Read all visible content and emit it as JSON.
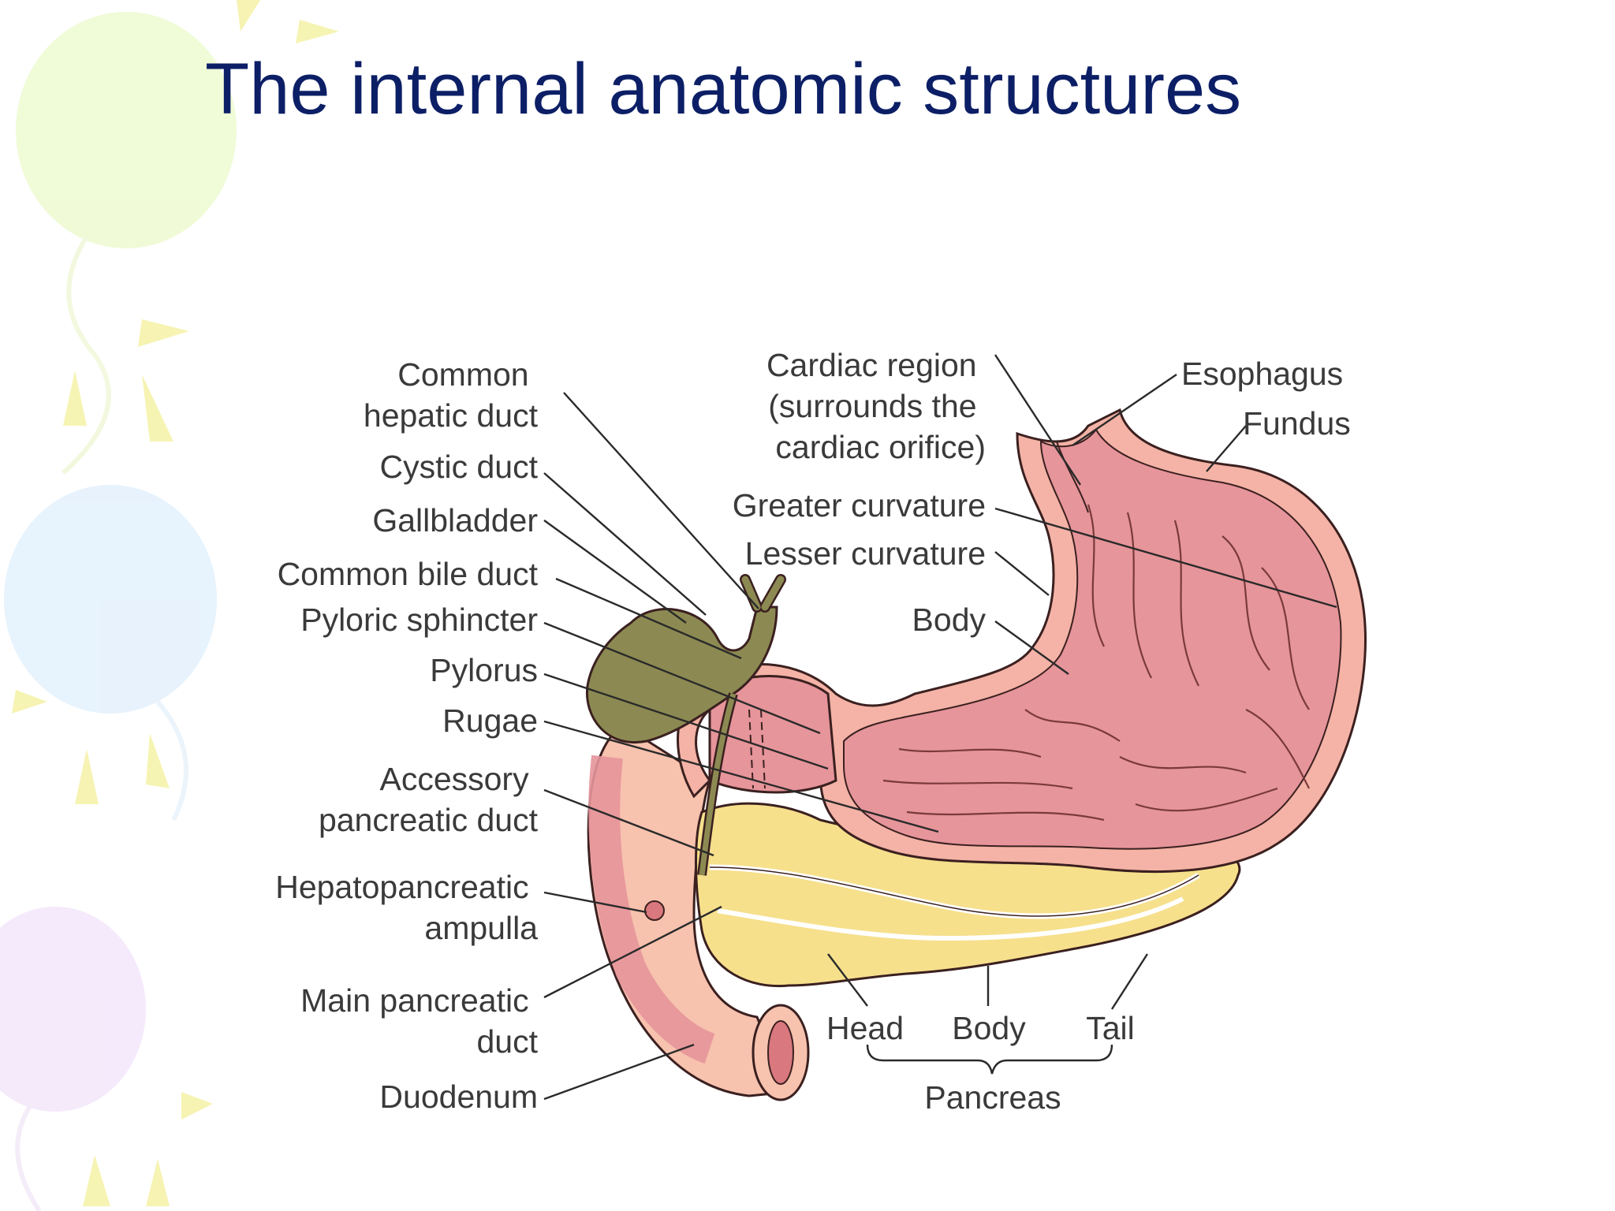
{
  "slide": {
    "title": "The internal anatomic structures"
  },
  "diagram": {
    "labels_left": [
      {
        "id": "common-hepatic-duct",
        "lines": [
          "Common",
          "hepatic duct"
        ]
      },
      {
        "id": "cystic-duct",
        "lines": [
          "Cystic duct"
        ]
      },
      {
        "id": "gallbladder",
        "lines": [
          "Gallbladder"
        ]
      },
      {
        "id": "common-bile-duct",
        "lines": [
          "Common bile duct"
        ]
      },
      {
        "id": "pyloric-sphincter",
        "lines": [
          "Pyloric sphincter"
        ]
      },
      {
        "id": "pylorus",
        "lines": [
          "Pylorus"
        ]
      },
      {
        "id": "rugae",
        "lines": [
          "Rugae"
        ]
      },
      {
        "id": "accessory-pancreatic-duct",
        "lines": [
          "Accessory",
          "pancreatic duct"
        ]
      },
      {
        "id": "hepatopancreatic-ampulla",
        "lines": [
          "Hepatopancreatic",
          "ampulla"
        ]
      },
      {
        "id": "main-pancreatic-duct",
        "lines": [
          "Main pancreatic",
          "duct"
        ]
      },
      {
        "id": "duodenum",
        "lines": [
          "Duodenum"
        ]
      }
    ],
    "labels_top": [
      {
        "id": "cardiac-region",
        "lines": [
          "Cardiac region",
          "(surrounds the",
          "cardiac orifice)"
        ]
      },
      {
        "id": "greater-curvature",
        "lines": [
          "Greater curvature"
        ]
      },
      {
        "id": "lesser-curvature",
        "lines": [
          "Lesser curvature"
        ]
      },
      {
        "id": "stomach-body",
        "lines": [
          "Body"
        ]
      },
      {
        "id": "esophagus",
        "lines": [
          "Esophagus"
        ]
      },
      {
        "id": "fundus",
        "lines": [
          "Fundus"
        ]
      }
    ],
    "labels_pancreas": [
      {
        "id": "pancreas-head",
        "lines": [
          "Head"
        ]
      },
      {
        "id": "pancreas-body",
        "lines": [
          "Body"
        ]
      },
      {
        "id": "pancreas-tail",
        "lines": [
          "Tail"
        ]
      },
      {
        "id": "pancreas",
        "lines": [
          "Pancreas"
        ]
      }
    ]
  },
  "colors": {
    "title": "#0c1f66",
    "stomach_wall": "#f4b3a6",
    "stomach_mucosa": "#e6959a",
    "gallbladder": "#8c8a52",
    "pancreas": "#f6e08c",
    "duodenum": "#f7c2ae"
  }
}
